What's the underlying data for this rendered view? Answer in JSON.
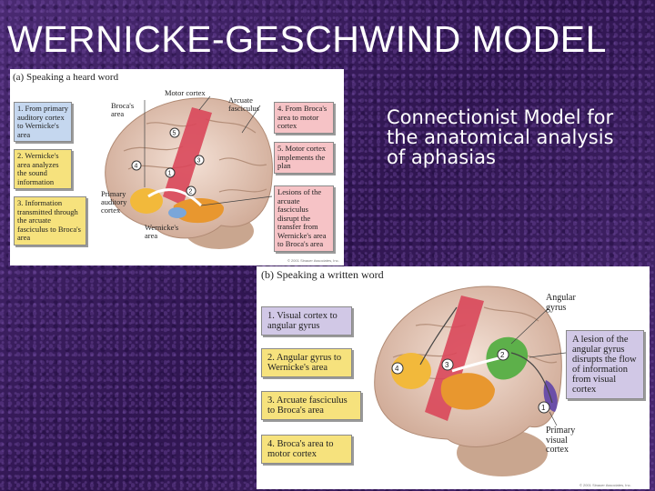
{
  "slide": {
    "title": "WERNICKE-GESCHWIND MODEL",
    "subtitle": "Connectionist Model for the anatomical analysis of aphasias"
  },
  "panel_a": {
    "heading": "(a) Speaking a heard word",
    "boxes": {
      "b1": "1. From primary auditory cortex to Wernicke's area",
      "b2": "2. Wernicke's area analyzes the sound information",
      "b3": "3. Information transmitted through the arcuate fasciculus to Broca's area",
      "b4": "4. From Broca's area to motor cortex",
      "b5": "5. Motor cortex implements the plan",
      "lesion": "Lesions of the arcuate fasciculus disrupt the transfer from Wernicke's area to Broca's area"
    },
    "labels": {
      "brocas": "Broca's area",
      "motor": "Motor cortex",
      "arcuate": "Arcuate fasciculus",
      "primary_auditory": "Primary auditory cortex",
      "wernickes": "Wernicke's area"
    },
    "markers": [
      "1",
      "2",
      "3",
      "4",
      "5"
    ],
    "copyright": "© 2001 Sinauer Associates, Inc."
  },
  "panel_b": {
    "heading": "(b) Speaking a written word",
    "boxes": {
      "b1": "1. Visual cortex to angular gyrus",
      "b2": "2. Angular gyrus to Wernicke's area",
      "b3": "3. Arcuate fasciculus to Broca's area",
      "b4": "4. Broca's area to motor cortex",
      "lesion": "A lesion of the angular gyrus disrupts the flow of information from visual cortex"
    },
    "labels": {
      "angular": "Angular gyrus",
      "primary_visual": "Primary visual cortex"
    },
    "markers": [
      "1",
      "2",
      "3",
      "4"
    ],
    "copyright": "© 2001 Sinauer Associates, Inc."
  },
  "colors": {
    "background": "#3b1f5e",
    "motor_cortex": "#d9475a",
    "brocas_area": "#f2b93b",
    "wernickes_area": "#e8972f",
    "angular_gyrus": "#5db04a",
    "visual_cortex": "#6b4fa8",
    "brain": "#ead3c5"
  }
}
